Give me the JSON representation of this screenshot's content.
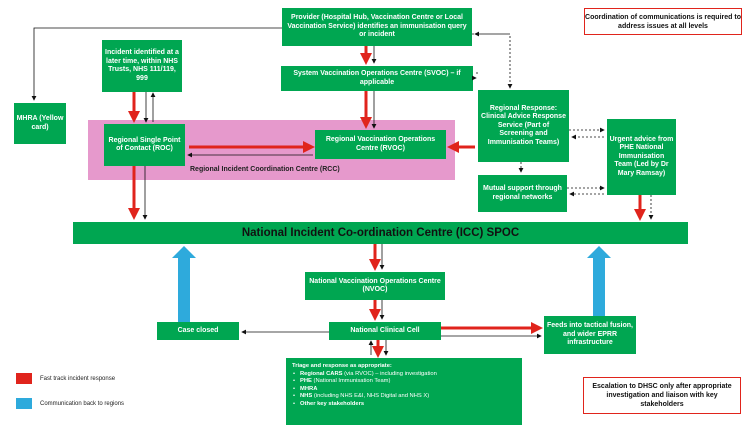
{
  "colors": {
    "box_fill": "#00a651",
    "rcc_fill": "#e699cc",
    "fast_track": "#e0241c",
    "comm_back": "#2eaadc",
    "note_border": "#e0241c"
  },
  "nodes": {
    "provider": "Provider (Hospital Hub, Vaccination Centre or Local Vaccination Service) identifies an immunisation query or incident",
    "incident_later": "Incident identified at a later time, within NHS Trusts, NHS 111/119, 999",
    "mhra": "MHRA (Yellow card)",
    "svoc": "System Vaccination Operations Centre (SVOC) – if applicable",
    "roc": "Regional Single Point of Contact (ROC)",
    "rvoc": "Regional Vaccination Operations Centre (RVOC)",
    "rcc_label": "Regional Incident Coordination Centre (RCC)",
    "regional_response": "Regional Response: Clinical Advice Response Service (Part of Screening and Immunisation Teams)",
    "urgent_advice": "Urgent advice from PHE National Immunisation Team (Led by Dr Mary Ramsay)",
    "mutual_support": "Mutual support through regional networks",
    "icc": "National Incident Co-ordination Centre (ICC) SPOC",
    "nvoc": "National Vaccination Operations Centre (NVOC)",
    "case_closed": "Case closed",
    "ncc": "National Clinical Cell",
    "feeds": "Feeds into tactical fusion, and wider EPRR infrastructure"
  },
  "triage": {
    "title": "Triage and response as appropriate:",
    "items": [
      {
        "bold": "Regional CARS",
        "rest": " (via RVOC) – including investigation"
      },
      {
        "bold": "PHE",
        "rest": " (National Immunisation Team)"
      },
      {
        "bold": "MHRA",
        "rest": ""
      },
      {
        "bold": "NHS",
        "rest": " (including NHS E&I, NHS Digital and NHS X)"
      },
      {
        "bold": "Other key stakeholders",
        "rest": ""
      }
    ]
  },
  "notes": {
    "coordination": "Coordination of communications is required to address issues at all levels",
    "escalation": "Escalation to DHSC only after appropriate investigation and liaison with key stakeholders"
  },
  "legend": {
    "fast_track": "Fast track incident response",
    "comm_back": "Communication back to regions"
  }
}
